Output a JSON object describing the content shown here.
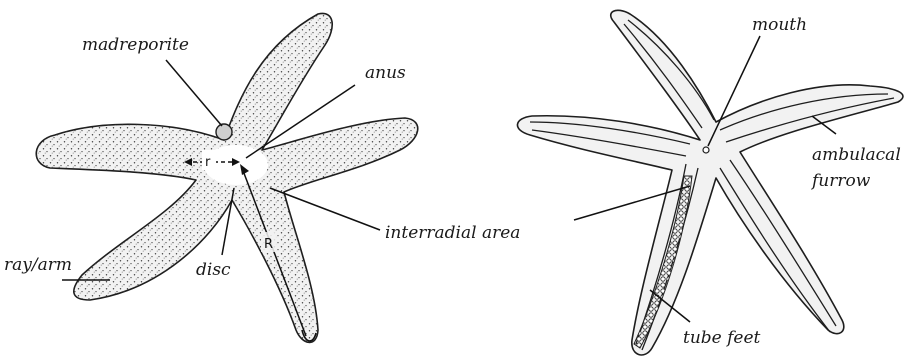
{
  "diagram": {
    "left_figure": {
      "labels": {
        "madreporite": "madreporite",
        "anus": "anus",
        "interradial_area": "interradial area",
        "ray_arm": "ray/arm",
        "disc": "disc",
        "r": "r",
        "R": "R"
      }
    },
    "right_figure": {
      "labels": {
        "mouth": "mouth",
        "ambulacral_furrow_line1": "ambulacal",
        "ambulacral_furrow_line2": "furrow",
        "tube_feet": "tube feet"
      }
    }
  }
}
